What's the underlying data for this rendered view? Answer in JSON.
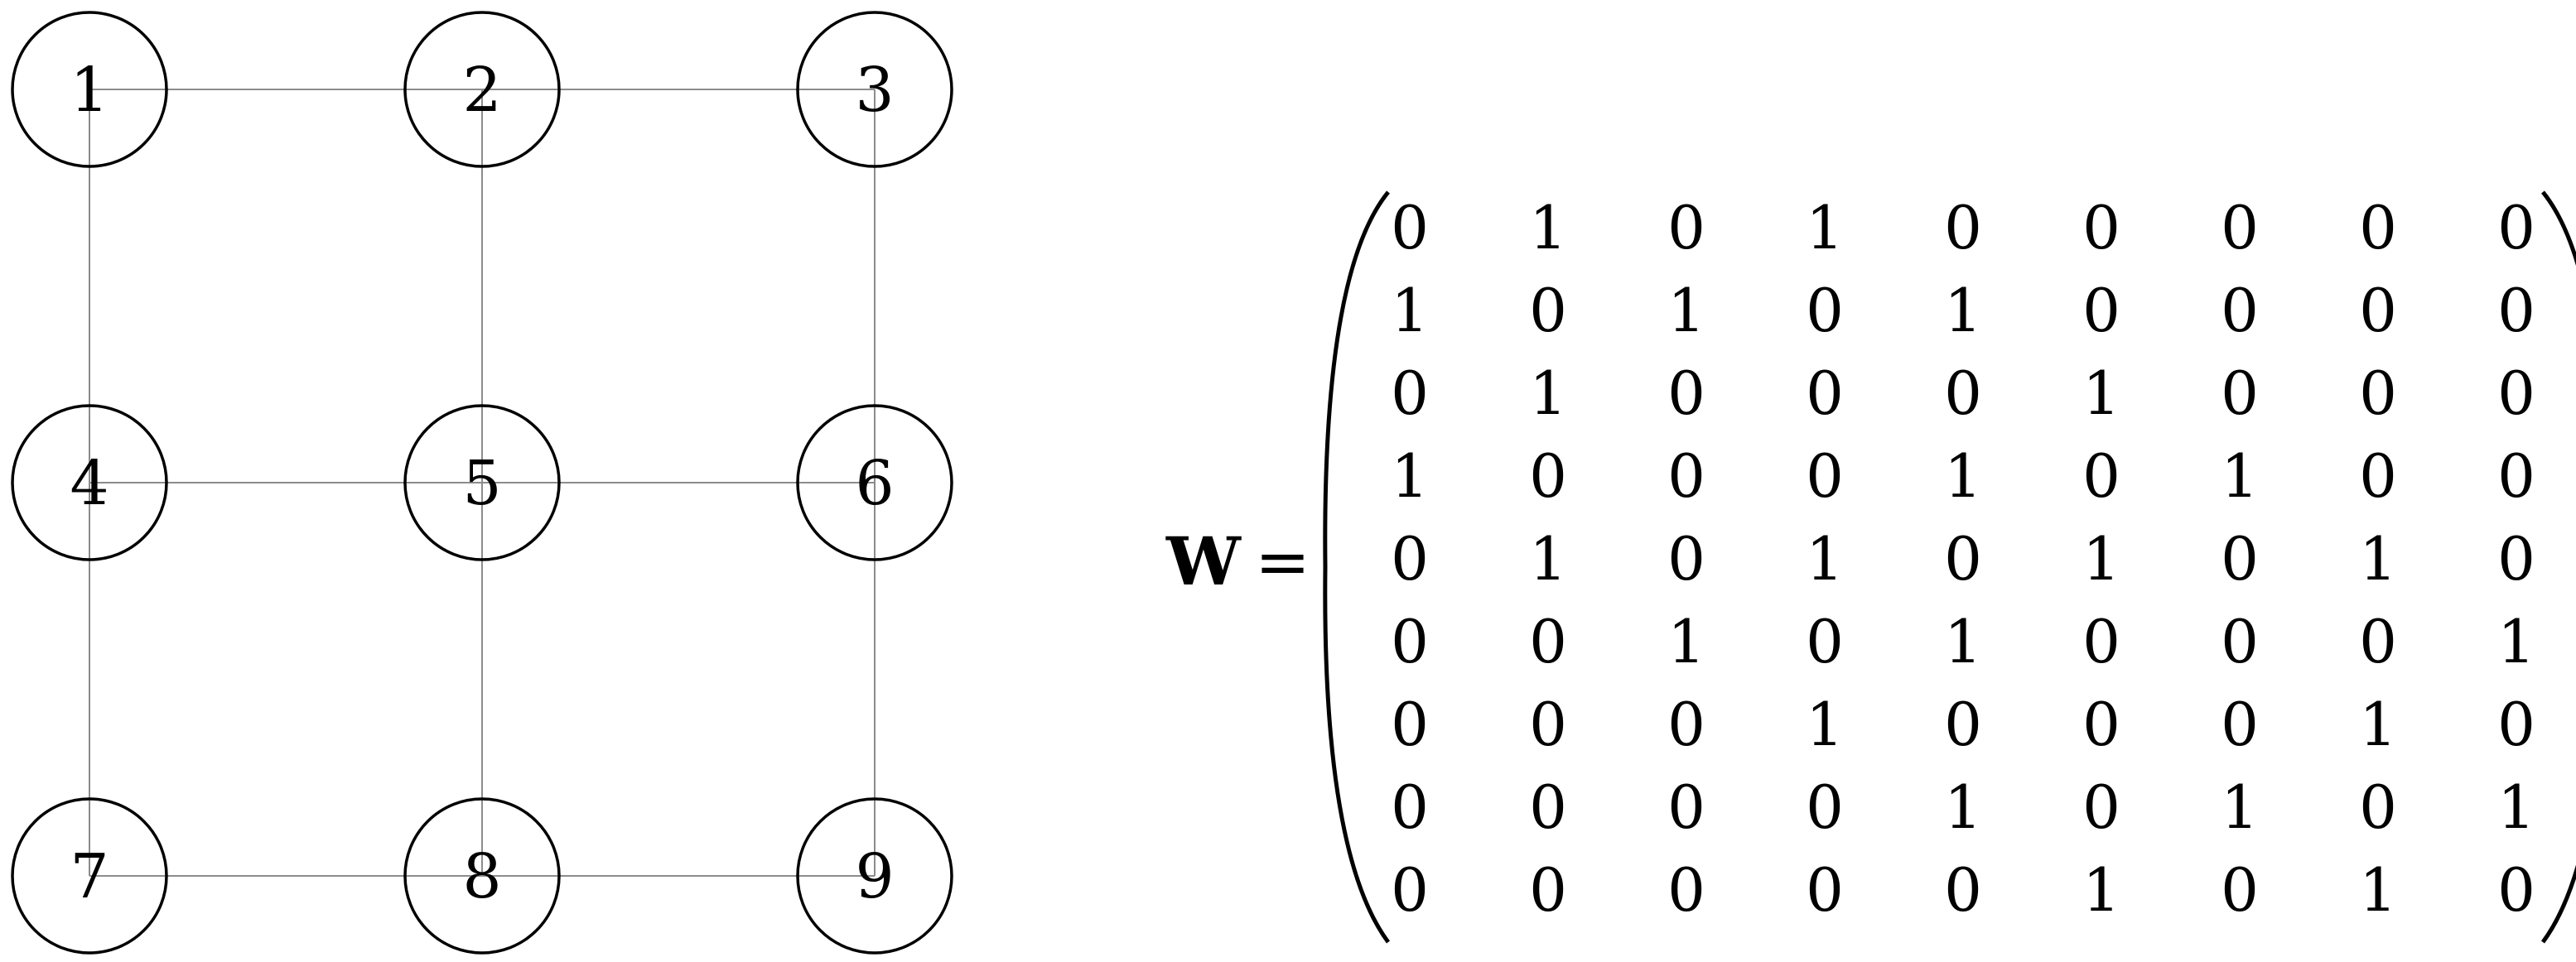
{
  "graph": {
    "nodes": [
      {
        "id": 1,
        "label": "1",
        "row": 0,
        "col": 0
      },
      {
        "id": 2,
        "label": "2",
        "row": 0,
        "col": 1
      },
      {
        "id": 3,
        "label": "3",
        "row": 0,
        "col": 2
      },
      {
        "id": 4,
        "label": "4",
        "row": 1,
        "col": 0
      },
      {
        "id": 5,
        "label": "5",
        "row": 1,
        "col": 1
      },
      {
        "id": 6,
        "label": "6",
        "row": 1,
        "col": 2
      },
      {
        "id": 7,
        "label": "7",
        "row": 2,
        "col": 0
      },
      {
        "id": 8,
        "label": "8",
        "row": 2,
        "col": 1
      },
      {
        "id": 9,
        "label": "9",
        "row": 2,
        "col": 2
      }
    ],
    "edges": [
      [
        1,
        2
      ],
      [
        2,
        3
      ],
      [
        4,
        5
      ],
      [
        5,
        6
      ],
      [
        7,
        8
      ],
      [
        8,
        9
      ],
      [
        1,
        4
      ],
      [
        4,
        7
      ],
      [
        2,
        5
      ],
      [
        5,
        8
      ],
      [
        3,
        6
      ],
      [
        6,
        9
      ]
    ]
  },
  "matrix": {
    "symbol": "W",
    "equals": "=",
    "rows": [
      [
        0,
        1,
        0,
        1,
        0,
        0,
        0,
        0,
        0
      ],
      [
        1,
        0,
        1,
        0,
        1,
        0,
        0,
        0,
        0
      ],
      [
        0,
        1,
        0,
        0,
        0,
        1,
        0,
        0,
        0
      ],
      [
        1,
        0,
        0,
        0,
        1,
        0,
        1,
        0,
        0
      ],
      [
        0,
        1,
        0,
        1,
        0,
        1,
        0,
        1,
        0
      ],
      [
        0,
        0,
        1,
        0,
        1,
        0,
        0,
        0,
        1
      ],
      [
        0,
        0,
        0,
        1,
        0,
        0,
        0,
        1,
        0
      ],
      [
        0,
        0,
        0,
        0,
        1,
        0,
        1,
        0,
        1
      ],
      [
        0,
        0,
        0,
        0,
        0,
        1,
        0,
        1,
        0
      ]
    ]
  }
}
